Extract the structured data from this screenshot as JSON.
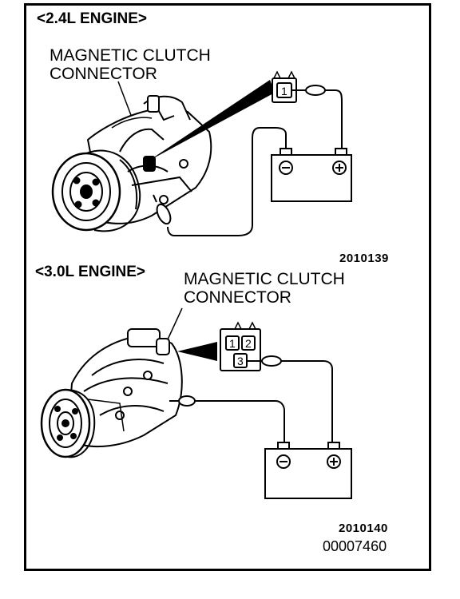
{
  "panel_top": {
    "engine_label": "<2.4L ENGINE>",
    "connector_label_line1": "MAGNETIC CLUTCH",
    "connector_label_line2": "CONNECTOR",
    "connector_pins": [
      "1"
    ],
    "battery_neg": "⊖",
    "battery_pos": "⊕",
    "figure_code": "2010139"
  },
  "panel_bottom": {
    "engine_label": "<3.0L ENGINE>",
    "connector_label_line1": "MAGNETIC CLUTCH",
    "connector_label_line2": "CONNECTOR",
    "connector_pins": [
      "1",
      "2",
      "3"
    ],
    "battery_neg": "⊖",
    "battery_pos": "⊕",
    "figure_code": "2010140"
  },
  "document_number": "00007460"
}
